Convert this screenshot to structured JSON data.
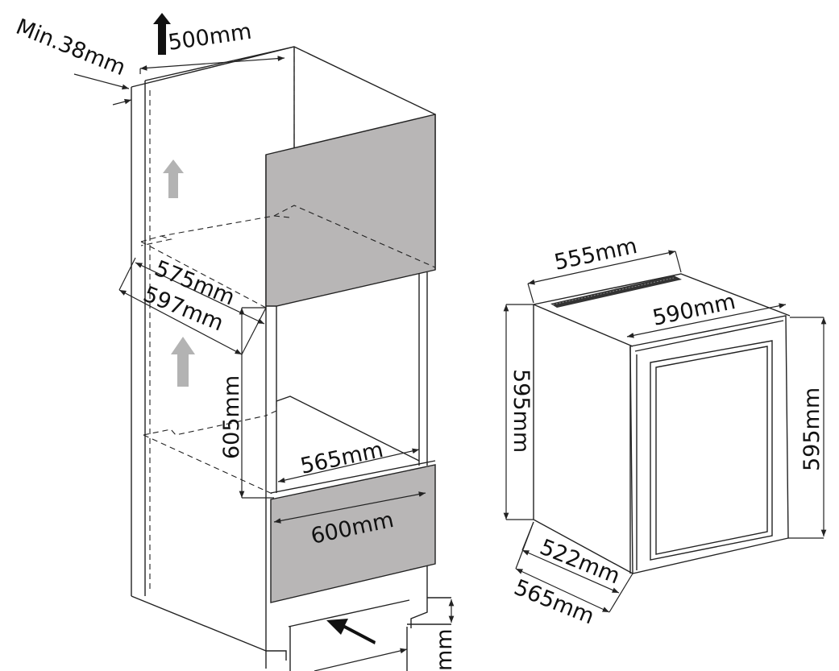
{
  "labels": {
    "min_gap": "Min.38mm",
    "top_width": "500mm",
    "cab_inner_depth": "575mm",
    "cab_outer_depth": "597mm",
    "niche_height": "605mm",
    "niche_width": "565mm",
    "drawer_width": "600mm",
    "base_height_partial": "mm",
    "app_depth_top": "555mm",
    "app_width": "590mm",
    "app_height_left": "595mm",
    "app_height_right": "595mm",
    "app_depth_body": "522mm",
    "app_depth_total": "565mm"
  },
  "colors": {
    "line": "#222222",
    "panel": "#b8b6b6",
    "arrow_light": "#b3b3b3",
    "arrow_dark": "#111111"
  }
}
